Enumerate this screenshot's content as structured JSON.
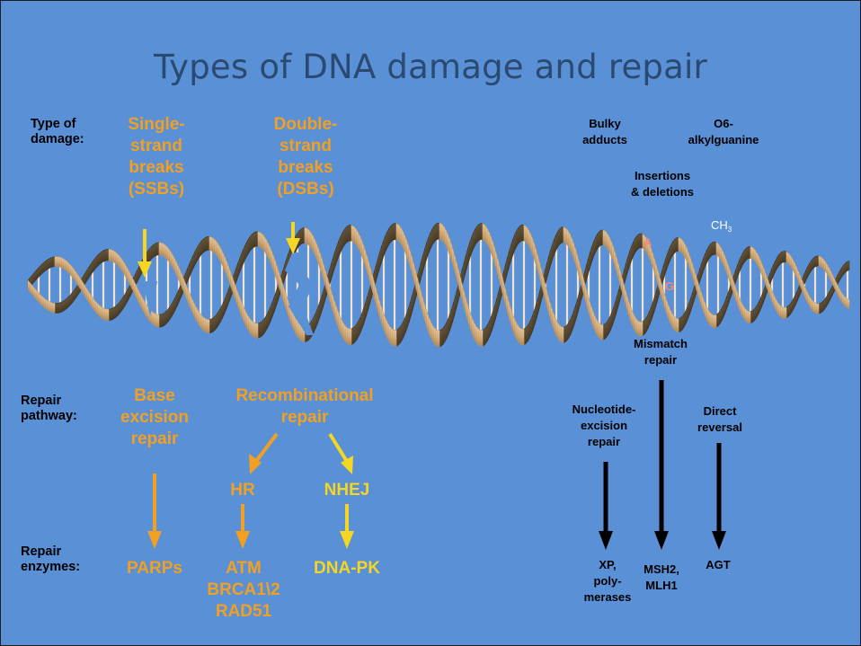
{
  "title": "Types of DNA damage and repair",
  "row_labels": {
    "damage": [
      "Type of",
      "damage:"
    ],
    "pathway": [
      "Repair",
      "pathway:"
    ],
    "enzymes": [
      "Repair",
      "enzymes:"
    ]
  },
  "damage_types": {
    "ssb": [
      "Single-",
      "strand",
      "breaks",
      "(SSBs)"
    ],
    "dsb": [
      "Double-",
      "strand",
      "breaks",
      "(DSBs)"
    ],
    "bulky": [
      "Bulky",
      "adducts"
    ],
    "o6": [
      "O6-",
      "alkylguanine"
    ],
    "indel": [
      "Insertions",
      "& deletions"
    ]
  },
  "helix_labels": {
    "base_a": "A",
    "base_g": "G",
    "methyl": "CH",
    "methyl_sub": "3"
  },
  "pathways": {
    "ber": [
      "Base",
      "excision",
      "repair"
    ],
    "recomb": [
      "Recombinational",
      "repair"
    ],
    "hr": "HR",
    "nhej": "NHEJ",
    "mismatch": [
      "Mismatch",
      "repair"
    ],
    "ner": [
      "Nucleotide-",
      "excision",
      "repair"
    ],
    "direct": [
      "Direct",
      "reversal"
    ]
  },
  "enzymes": {
    "parps": "PARPs",
    "atm": [
      "ATM",
      "BRCA1\\2",
      "RAD51"
    ],
    "dnapk": "DNA-PK",
    "xp": [
      "XP,",
      "poly-",
      "merases"
    ],
    "msh": [
      "MSH2,",
      "MLH1"
    ],
    "agt": "AGT"
  },
  "colors": {
    "background": "#5a90d6",
    "title": "#2a4a72",
    "orange": "#f2a021",
    "yellow": "#f5d623",
    "black": "#000000",
    "dna_strand_light": "#e6c59a",
    "dna_strand_dark": "#6b5a3e"
  }
}
